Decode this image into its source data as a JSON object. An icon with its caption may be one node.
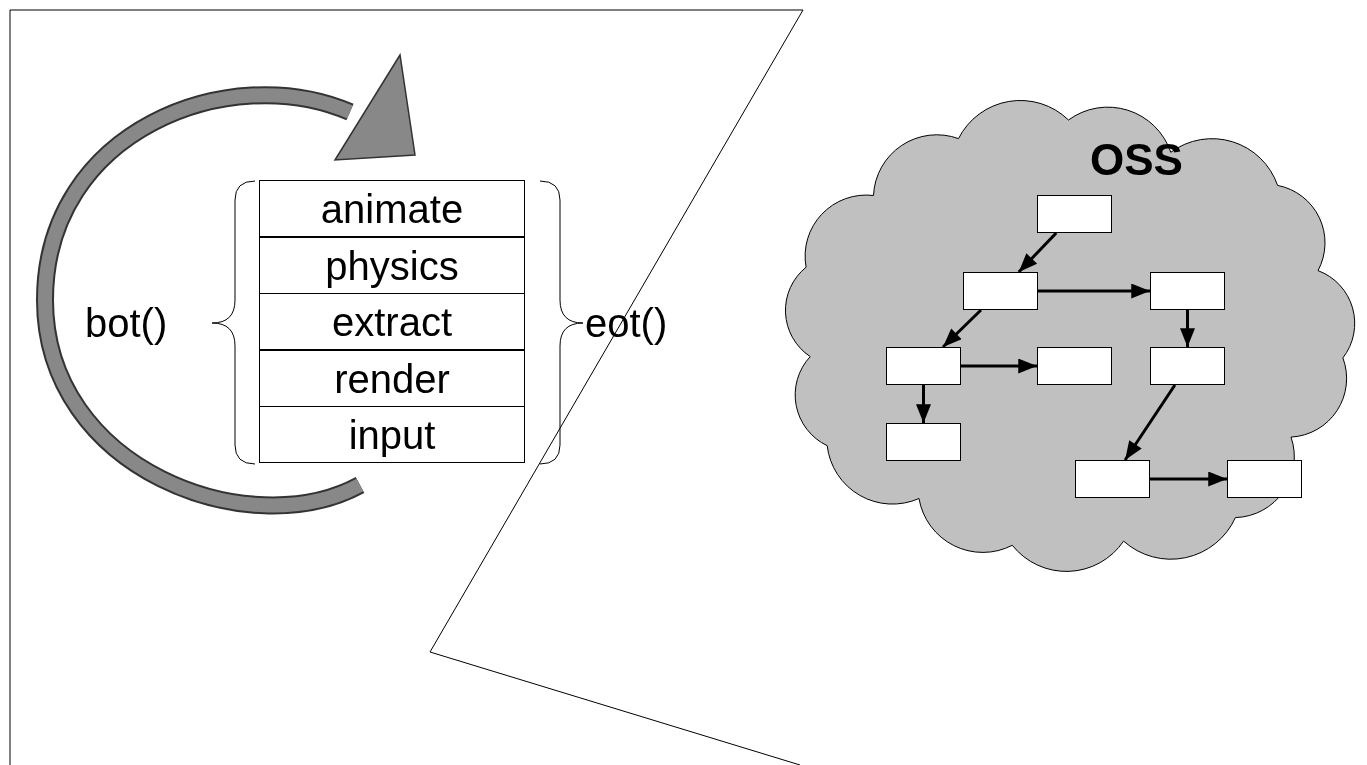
{
  "diagram": {
    "nodes": [
      {
        "text": [
          "animate"
        ]
      },
      {
        "text": [
          "physics"
        ]
      },
      {
        "text": [
          "extract"
        ]
      },
      {
        "text": [
          "render"
        ]
      },
      {
        "text": [
          "input"
        ]
      },
      {
        "text": [
          "OSS"
        ]
      },
      {
        "text": [],
        "shape": "box",
        "in": 5
      },
      {
        "text": [],
        "shape": "box",
        "in": 5
      },
      {
        "text": [],
        "shape": "box",
        "in": 5
      },
      {
        "text": [],
        "shape": "box",
        "in": 5
      },
      {
        "text": [],
        "shape": "box",
        "in": 5
      },
      {
        "text": [],
        "shape": "box",
        "in": 5
      },
      {
        "text": [],
        "shape": "box",
        "in": 5
      },
      {
        "text": [],
        "shape": "box",
        "in": 5
      },
      {
        "text": [],
        "shape": "box",
        "in": 5
      }
    ],
    "edges": [
      {
        "from": 6,
        "to": 7,
        "arrow": "to"
      },
      {
        "from": 7,
        "to": 8,
        "arrow": "to"
      },
      {
        "from": 7,
        "to": 9,
        "arrow": "to"
      },
      {
        "from": 8,
        "to": 11,
        "arrow": "to"
      },
      {
        "from": 9,
        "to": 10,
        "arrow": "to"
      },
      {
        "from": 9,
        "to": 12,
        "arrow": "to"
      },
      {
        "from": 11,
        "to": 13,
        "arrow": "to"
      },
      {
        "from": 13,
        "to": 14,
        "arrow": "to"
      }
    ],
    "labels": [
      "bot()",
      "eot()"
    ]
  }
}
